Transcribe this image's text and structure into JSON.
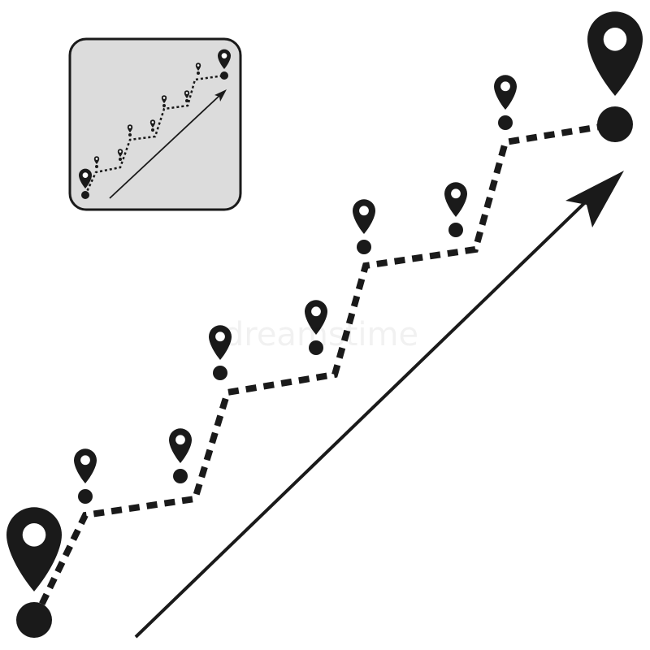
{
  "illustration": {
    "watermark_text": "dreamstime",
    "colors": {
      "ink": "#1a1a1a",
      "background": "#ffffff",
      "inset_fill": "#dcdcdc",
      "inset_border": "#1a1a1a"
    },
    "icons": {
      "waypoint": "map-pin-icon",
      "node": "route-node-dot",
      "growth": "trend-arrow-icon",
      "preview": "route-thumbnail"
    }
  }
}
